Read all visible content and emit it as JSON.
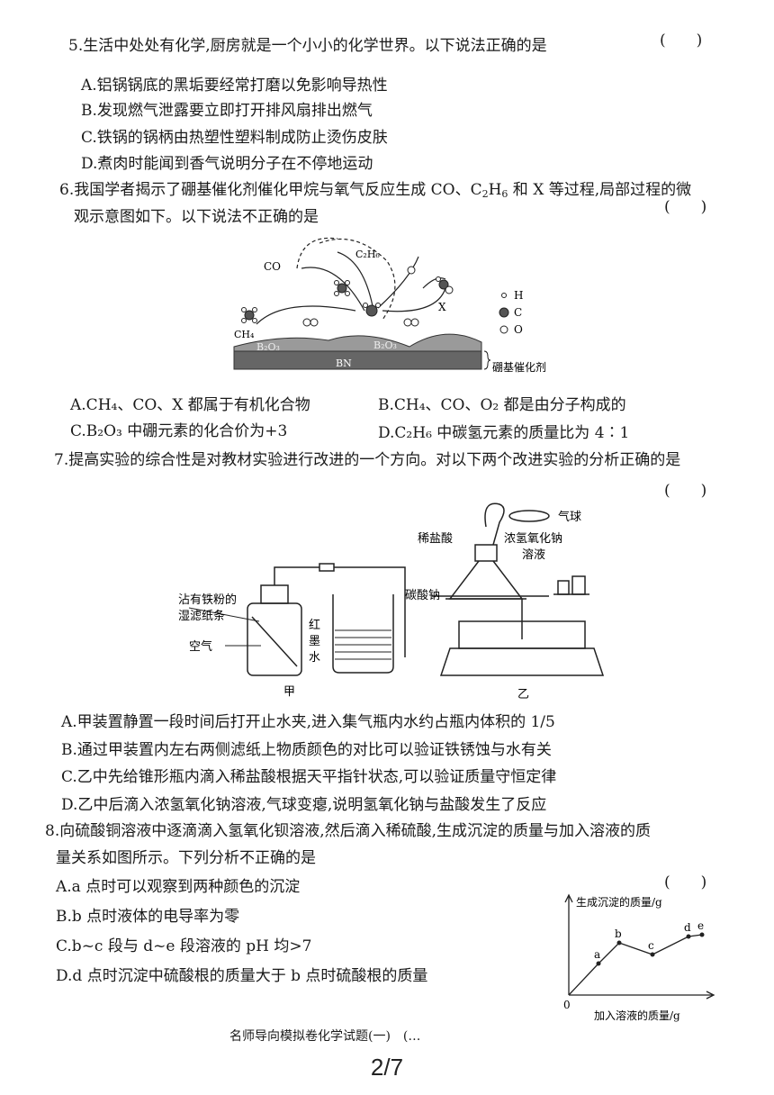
{
  "q5": {
    "stem": "5.生活中处处有化学,厨房就是一个小小的化学世界。以下说法正确的是",
    "bracket": "(　　)",
    "options": [
      "A.铝锅锅底的黑垢要经常打磨以免影响导热性",
      "B.发现燃气泄露要立即打开排风扇排出燃气",
      "C.铁锅的锅柄由热塑性塑料制成防止烫伤皮肤",
      "D.煮肉时能闻到香气说明分子在不停地运动"
    ]
  },
  "q6": {
    "stem_a": "6.我国学者揭示了硼基催化剂催化甲烷与氧气反应生成 CO、C",
    "stem_b": "H",
    "stem_c": " 和 X 等过程,局部过程的微",
    "stem_line2": "观示意图如下。以下说法不正确的是",
    "sub2": "2",
    "sub6": "6",
    "bracket": "(　　)",
    "figure": {
      "CO": "CO",
      "C2H6": "C₂H₆",
      "CH4": "CH₄",
      "X": "X",
      "B2O3_left": "B₂O₃",
      "B2O3_right": "B₂O₃",
      "BN": "BN",
      "catalyst": "硼基催化剂",
      "legend_H": "H",
      "legend_C": "C",
      "legend_O": "O"
    },
    "options": {
      "A": "A.CH₄、CO、X 都属于有机化合物",
      "B": "B.CH₄、CO、O₂ 都是由分子构成的",
      "C": "C.B₂O₃ 中硼元素的化合价为+3",
      "D": "D.C₂H₆ 中碳氢元素的质量比为 4∶1"
    }
  },
  "q7": {
    "stem": "7.提高实验的综合性是对教材实验进行改进的一个方向。对以下两个改进实验的分析正确的是",
    "bracket": "(　　)",
    "figure": {
      "paper": "沾有铁粉的",
      "paper2": "湿滤纸条",
      "air": "空气",
      "ink1": "红",
      "ink2": "墨",
      "ink3": "水",
      "jia": "甲",
      "yi": "乙",
      "balloon": "气球",
      "hcl": "稀盐酸",
      "naoh1": "浓氢氧化钠",
      "naoh2": "溶液",
      "na2co3": "碳酸钠"
    },
    "options": [
      "A.甲装置静置一段时间后打开止水夹,进入集气瓶内水约占瓶内体积的 1/5",
      "B.通过甲装置内左右两侧滤纸上物质颜色的对比可以验证铁锈蚀与水有关",
      "C.乙中先给锥形瓶内滴入稀盐酸根据天平指针状态,可以验证质量守恒定律",
      "D.乙中后滴入浓氢氧化钠溶液,气球变瘪,说明氢氧化钠与盐酸发生了反应"
    ]
  },
  "q8": {
    "stem": "8.向硫酸铜溶液中逐滴滴入氢氧化钡溶液,然后滴入稀硫酸,生成沉淀的质量与加入溶液的质",
    "stem_line2": "量关系如图所示。下列分析不正确的是",
    "bracket": "(　　)",
    "options": [
      "A.a 点时可以观察到两种颜色的沉淀",
      "B.b 点时液体的电导率为零",
      "C.b~c 段与 d~e 段溶液的 pH 均>7",
      "D.d 点时沉淀中硫酸根的质量大于 b 点时硫酸根的质量"
    ],
    "graph": {
      "ylabel": "生成沉淀的质量/g",
      "xlabel": "加入溶液的质量/g",
      "origin": "0",
      "points": [
        "a",
        "b",
        "c",
        "d",
        "e"
      ]
    }
  },
  "footer": {
    "text": "名师导向模拟卷化学试题(一)　(…",
    "page": "2/7"
  }
}
